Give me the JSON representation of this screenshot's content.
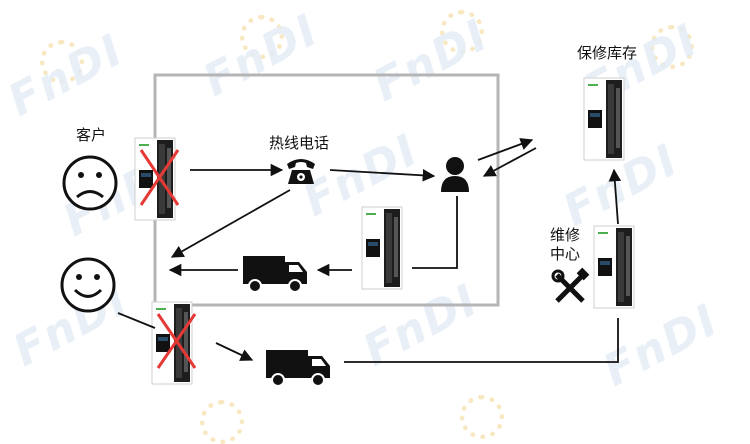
{
  "watermark": {
    "text": "FnDI"
  },
  "labels": {
    "customer": "客户",
    "hotline": "热线电话",
    "inventory": "保修库存",
    "repair_center_line1": "维修",
    "repair_center_line2": "中心"
  },
  "icons": {
    "sad_face": "sad-face-icon",
    "happy_face": "happy-face-icon",
    "phone": "telephone-icon",
    "person": "person-icon",
    "truck": "truck-icon",
    "tools": "tools-icon",
    "inverter": "inverter-icon",
    "faulty_mark": "red-x-icon"
  },
  "colors": {
    "line": "#111111",
    "box_border": "#b5b5b5",
    "fault_x": "#e53935",
    "inverter_accent": "#4caf50",
    "watermark": "#e4edf6"
  }
}
